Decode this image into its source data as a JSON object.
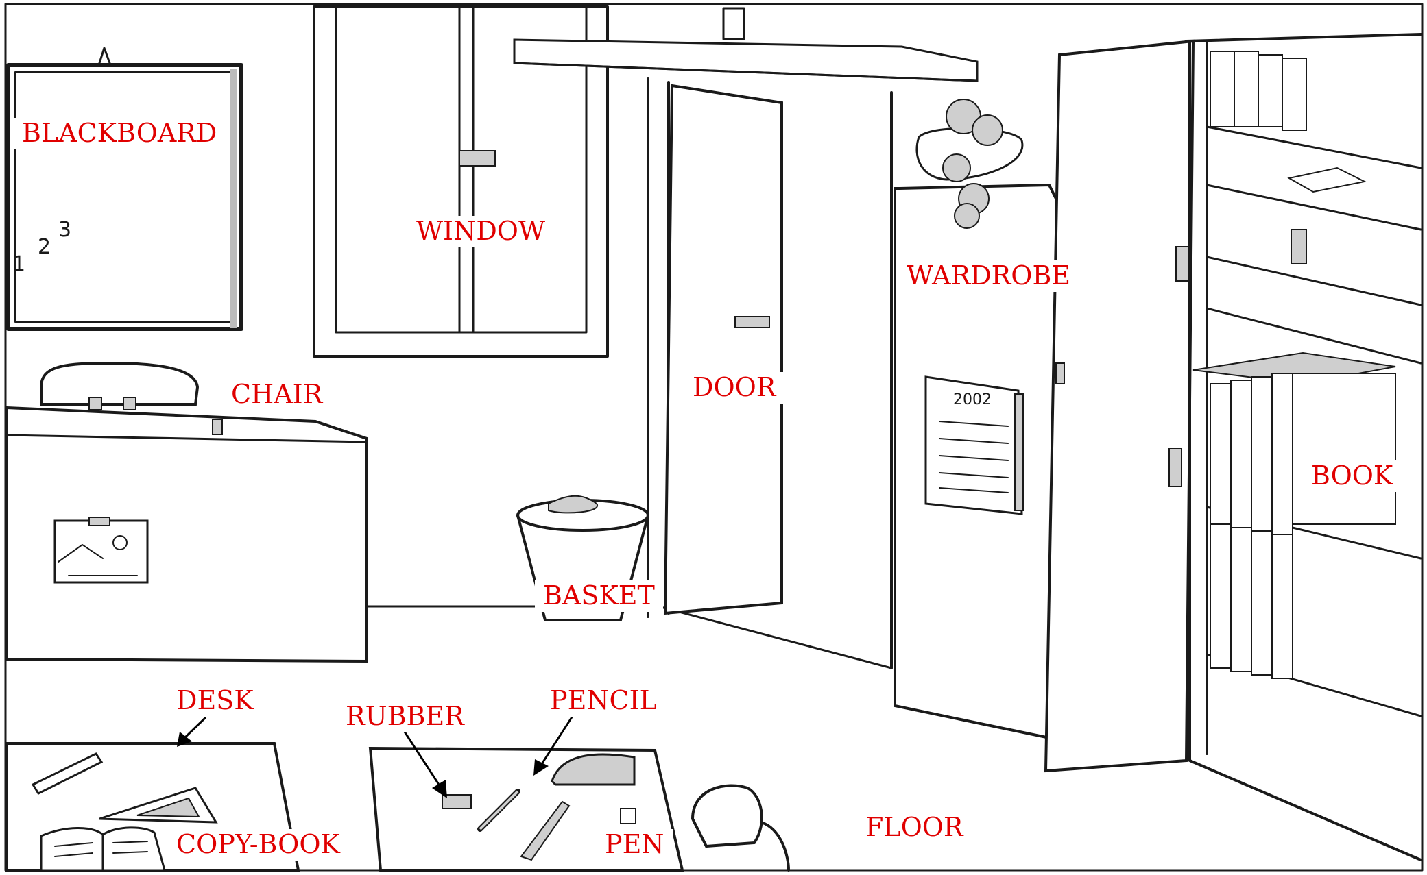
{
  "labels": {
    "blackboard": "BLACKBOARD",
    "window": "WINDOW",
    "wardrobe": "WARDROBE",
    "chair": "CHAIR",
    "door": "DOOR",
    "book": "BOOK",
    "basket": "BASKET",
    "desk": "DESK",
    "rubber": "RUBBER",
    "pencil": "PENCIL",
    "copy_book": "COPY-BOOK",
    "pen": "PEN",
    "floor": "FLOOR"
  },
  "board_numbers": [
    "1",
    "2",
    "3"
  ],
  "calendar_year": "2002",
  "colors": {
    "label_text": "#e00000",
    "line": "#1a1a1a",
    "shade": "#cfcfcf"
  },
  "icons": [
    "arrow-desk-icon",
    "arrow-rubber-icon",
    "arrow-pencil-icon"
  ]
}
